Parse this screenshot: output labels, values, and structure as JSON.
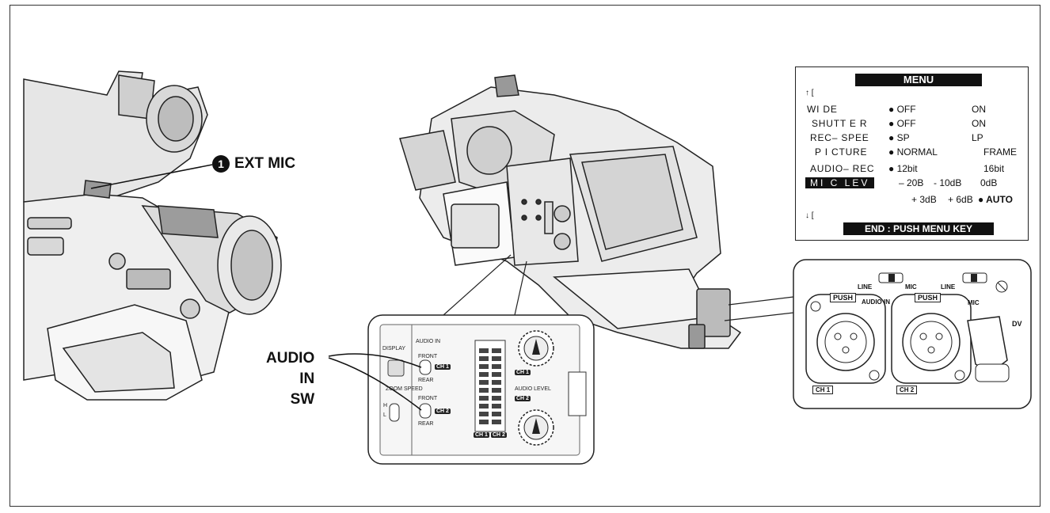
{
  "callouts": {
    "ext_mic_number": "1",
    "ext_mic_label": "EXT MIC",
    "audio_in_sw": [
      "AUDIO",
      "IN",
      "SW"
    ]
  },
  "menu": {
    "title": "MENU",
    "up_arrow": "↑ [",
    "down_arrow": "↓ [",
    "rows": [
      {
        "name": "WI DE",
        "opt1": "● OFF",
        "opt2": "ON"
      },
      {
        "name": "SHUTT E R",
        "opt1": "● OFF",
        "opt2": "ON"
      },
      {
        "name": "REC– SPEE",
        "opt1": "● SP",
        "opt2": "LP"
      },
      {
        "name": "P I CTURE",
        "opt1": "● NORMAL",
        "opt2": "FRAME"
      },
      {
        "name": "AUDIO– REC",
        "opt1": "● 12bit",
        "opt2": "16bit"
      }
    ],
    "mic_lev_label": "MI C  LEV",
    "mic_lev_opts_1": [
      "– 20B",
      "- 10dB",
      "0dB"
    ],
    "mic_lev_opts_2": [
      "+ 3dB",
      "+ 6dB",
      "● AUTO"
    ],
    "footer": "END : PUSH MENU KEY"
  },
  "panel_detail": {
    "display": "DISPLAY",
    "audio_in": "AUDIO IN",
    "front_1": "FRONT",
    "rear_1": "REAR",
    "ch1": "CH 1",
    "zoom_speed": "ZOOM SPEED",
    "h": "H",
    "l": "L",
    "front_2": "FRONT",
    "rear_2": "REAR",
    "ch2": "CH 2",
    "meter_ch1": "CH 1",
    "meter_ch2": "CH 2",
    "knob_ch1": "CH 1",
    "audio_level": "AUDIO LEVEL",
    "knob_ch2": "CH 2"
  },
  "xlr_detail": {
    "line_1": "LINE",
    "mic_1": "MIC",
    "line_2": "LINE",
    "mic_2": "MIC",
    "push_1": "PUSH",
    "push_2": "PUSH",
    "audio_in": "AUDIO IN",
    "dv": "DV",
    "ch1": "CH 1",
    "ch2": "CH 2"
  }
}
